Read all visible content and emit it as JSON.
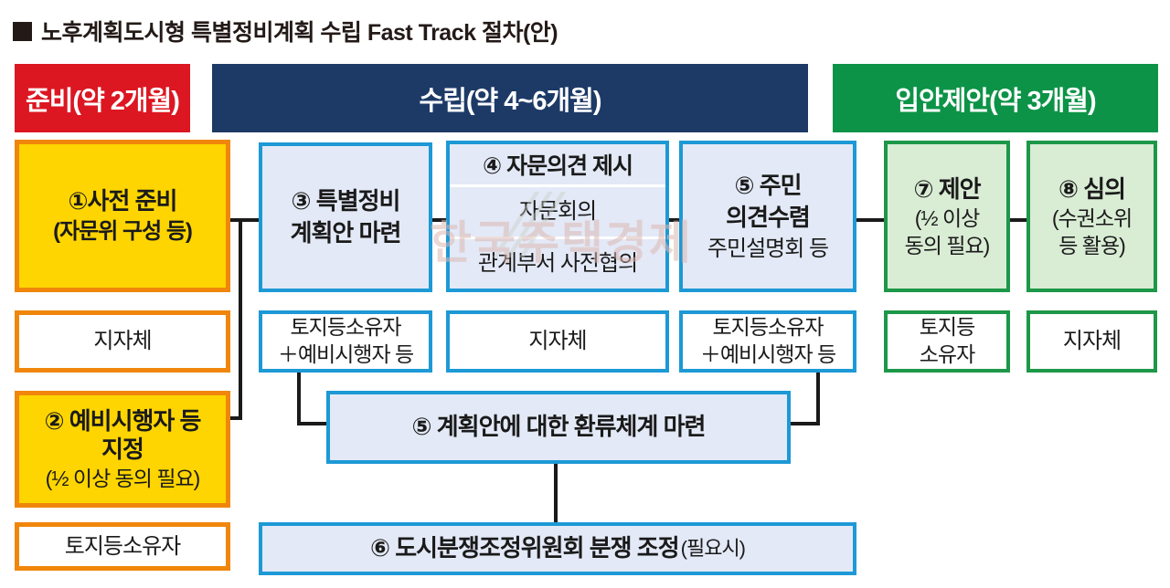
{
  "title": {
    "bullet": "■",
    "text": "노후계획도시형 특별정비계획 수립 Fast Track 절차(안)"
  },
  "watermark": {
    "logo_glyph": "⫻",
    "text": "한국주택경제"
  },
  "colors": {
    "prep": "#dc1722",
    "establish": "#1d3a67",
    "proposal": "#0c9347",
    "yellow_fill": "#fed500",
    "orange_border": "#f0860b",
    "blue_fill": "#e3e9f6",
    "blue_border": "#1d99d5",
    "green_fill": "#d9ecd4",
    "green_border": "#1d9748",
    "connector": "#1a1a1a"
  },
  "phases": {
    "prep": {
      "label": "준비(약 2개월)"
    },
    "establish": {
      "label": "수립(약 4~6개월)"
    },
    "proposal": {
      "label": "입안제안(약 3개월)"
    }
  },
  "steps": {
    "step1": {
      "line1": "①사전 준비",
      "line2": "(자문위 구성 등)",
      "actor": "지자체"
    },
    "step2": {
      "line1": "② 예비시행자 등",
      "line2": "지정",
      "line3": "(½ 이상 동의 필요)",
      "actor": "토지등소유자"
    },
    "step3": {
      "line1": "③ 특별정비",
      "line2": "계획안 마련",
      "actor_line1": "토지등소유자",
      "actor_line2": "＋예비시행자 등"
    },
    "step4": {
      "title": "④ 자문의견 제시",
      "sub1": "자문회의",
      "sub2": "관계부서 사전협의",
      "actor": "지자체"
    },
    "step5": {
      "line1": "⑤ 주민",
      "line2": "의견수렴",
      "line3": "주민설명회 등",
      "actor_line1": "토지등소유자",
      "actor_line2": "＋예비시행자 등"
    },
    "step5b": {
      "label": "⑤ 계획안에 대한 환류체계 마련"
    },
    "step6": {
      "label_bold": "⑥ 도시분쟁조정위원회 분쟁 조정",
      "label_normal": "(필요시)"
    },
    "step7": {
      "line1": "⑦ 제안",
      "line2": "(½ 이상",
      "line3": "동의 필요)",
      "actor_line1": "토지등",
      "actor_line2": "소유자"
    },
    "step8": {
      "line1": "⑧ 심의",
      "line2": "(수권소위",
      "line3": "등 활용)",
      "actor": "지자체"
    }
  }
}
